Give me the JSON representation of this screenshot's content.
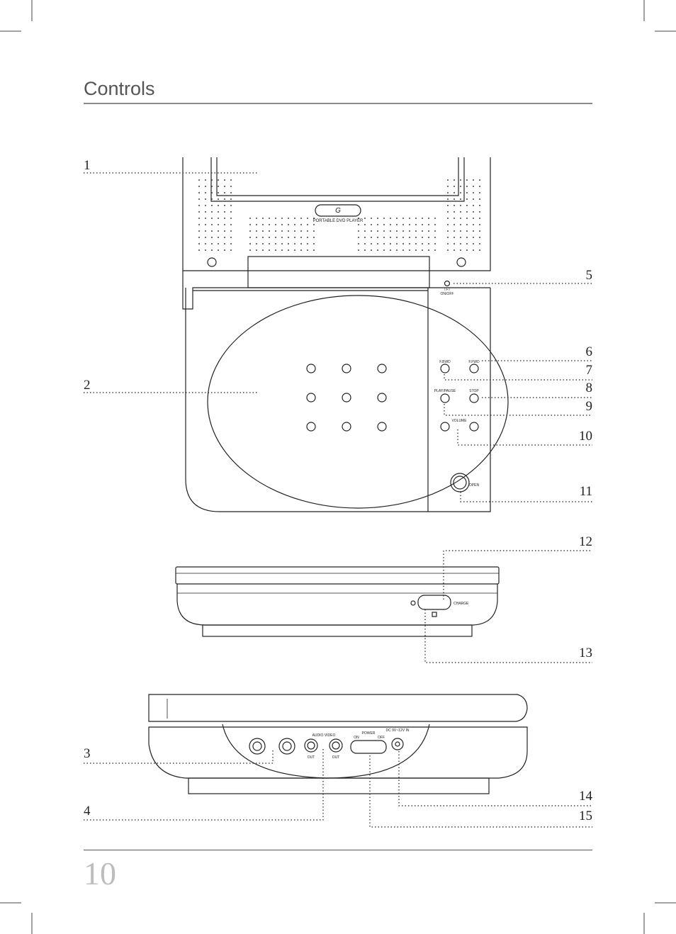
{
  "header": {
    "title": "Controls"
  },
  "footer": {
    "page_number": "10"
  },
  "callouts": [
    "1",
    "2",
    "3",
    "4",
    "5",
    "6",
    "7",
    "8",
    "9",
    "10",
    "11",
    "12",
    "13",
    "14",
    "15"
  ],
  "device": {
    "brand_label": "PORTABLE DVD PLAYER",
    "led_label_top": "TFT",
    "led_label_bottom": "ON/OFF",
    "f_bwd": "F.BWD",
    "f_fwd": "F.FWD",
    "play_pause": "PLAY/PAUSE",
    "stop": "STOP",
    "volume": "VOLUME",
    "open": "OPEN",
    "charge": "CHARGE",
    "audio_video": "AUDIO VIDEO",
    "out": "OUT",
    "power": "POWER",
    "on": "ON",
    "off": "OFF",
    "dc_in": "DC 9V~12V IN"
  }
}
